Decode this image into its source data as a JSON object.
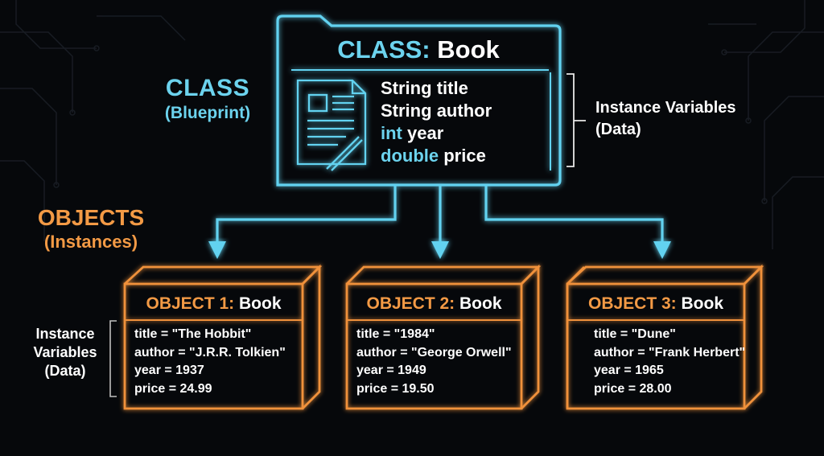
{
  "labels": {
    "class_label": "CLASS",
    "class_sub": "(Blueprint)",
    "objects_label": "OBJECTS",
    "objects_sub": "(Instances)",
    "iv_right_line1": "Instance Variables",
    "iv_right_line2": "(Data)",
    "iv_left_line1": "Instance",
    "iv_left_line2": "Variables",
    "iv_left_line3": "(Data)"
  },
  "class_box": {
    "title_keyword": "CLASS:",
    "title_name": "Book",
    "fields": [
      {
        "type": "String",
        "name": "title"
      },
      {
        "type": "String",
        "name": "author"
      },
      {
        "type": "int",
        "name": "year"
      },
      {
        "type": "double",
        "name": "price"
      }
    ]
  },
  "objects": [
    {
      "title_keyword": "OBJECT 1:",
      "title_name": "Book",
      "lines": [
        "title = \"The Hobbit\"",
        "author = \"J.R.R. Tolkien\"",
        "year = 1937",
        "price = 24.99"
      ]
    },
    {
      "title_keyword": "OBJECT 2:",
      "title_name": "Book",
      "lines": [
        "title = \"1984\"",
        "author = \"George Orwell\"",
        "year = 1949",
        "price = 19.50"
      ]
    },
    {
      "title_keyword": "OBJECT 3:",
      "title_name": "Book",
      "lines": [
        "title = \"Dune\"",
        "author = \"Frank Herbert\"",
        "year = 1965",
        "price = 28.00"
      ]
    }
  ],
  "colors": {
    "class_accent": "#6cd3ee",
    "object_accent": "#f39a45",
    "background": "#06080b"
  }
}
